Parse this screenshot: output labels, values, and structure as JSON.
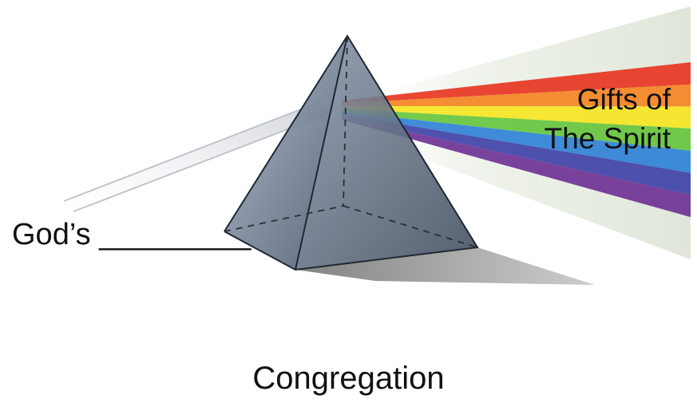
{
  "labels": {
    "gifts_line1": "Gifts of",
    "gifts_line2": "The Spirit",
    "gods_blank": "God’s _________",
    "congregation": "Congregation"
  },
  "spectrum_colors": [
    "#e8321e",
    "#f5821f",
    "#f6e51e",
    "#64c43a",
    "#2b7fd6",
    "#3c3fa6",
    "#6b2f93"
  ],
  "prism_color": "#7d8ea4",
  "light_beam_color": "#d6d6d6"
}
